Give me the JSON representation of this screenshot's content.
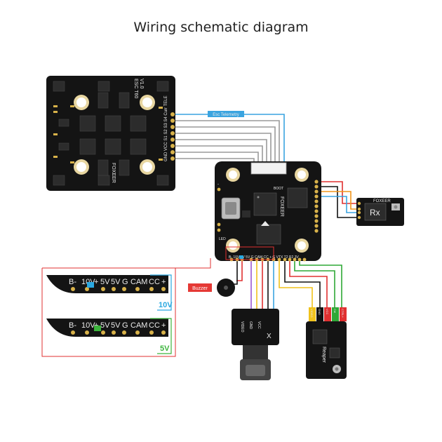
{
  "title": "Wiring schematic diagram",
  "esc": {
    "name": "ESC T60",
    "version": "V1.0",
    "brand": "FOXEER",
    "pin_labels": "GND VCC S1 S2 S3 S4 Curr TELE"
  },
  "esc_telemetry_label": "Esc Telemetry",
  "fc": {
    "brand": "FOXEER",
    "boot_label": "BOOT",
    "led_label": "LED",
    "bottom_pads": "B- 10V 5V 5V  G CAM CC + G VTX T2 R2 3V",
    "left_pad_label": "-"
  },
  "receiver": {
    "brand": "FOXEER",
    "label": "Rx"
  },
  "buzzer_label": "Buzzer",
  "camera": {
    "wires": [
      "VIDEO",
      "GND",
      "VCC"
    ],
    "brand_symbol": "X"
  },
  "vtx": {
    "brand": "Reaper",
    "wires": [
      "VIDEO",
      "GND",
      "VCC",
      "Ctrl",
      "CTRL+"
    ]
  },
  "detail": {
    "pads": [
      "B-",
      "10V",
      "+",
      "5V",
      "5V",
      "G",
      "CAM",
      "CC",
      "+"
    ],
    "option_10v": "10V",
    "option_5v": "5V"
  },
  "colors": {
    "pcb": "#141414",
    "telemetry_wire": "#3aa4e0",
    "signal_wire": "#9a9a9a",
    "power_wire": "#e03030",
    "ground_wire": "#111111",
    "vtx_wire": "#2fa836",
    "uart_wire": "#f0951c",
    "video_wire": "#f0c21c",
    "camera_wire": "#9b59d0",
    "pad_gold": "#d8b24a",
    "buzzer_tag": "#e53935",
    "highlight_10v": "#2aa8e0",
    "highlight_5v": "#3cb43c"
  }
}
